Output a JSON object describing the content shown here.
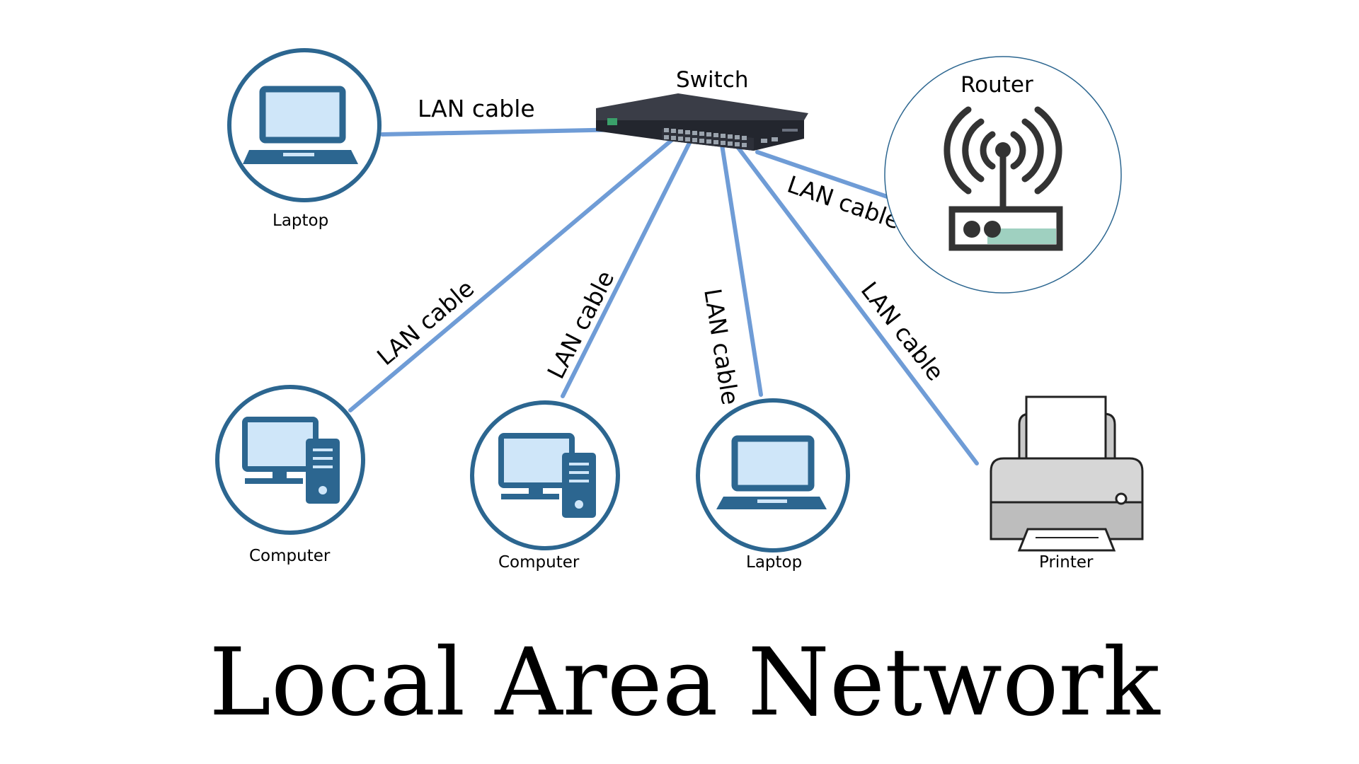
{
  "title": "Local Area Network",
  "devices": {
    "switch": "Switch",
    "router": "Router",
    "laptop_top": "Laptop",
    "computer_left": "Computer",
    "computer_mid": "Computer",
    "laptop_bottom": "Laptop",
    "printer": "Printer"
  },
  "cables": {
    "laptop_top": "LAN cable",
    "router": "LAN cable",
    "computer_left": "LAN cable",
    "computer_mid": "LAN cable",
    "laptop_bottom": "LAN cable",
    "printer": "LAN cable"
  },
  "colors": {
    "cable": "#6f9cd6",
    "device_ring": "#2c6690",
    "device_dark": "#2c6690",
    "device_screen": "#cfe6f9",
    "router_ring": "#2c6690",
    "router_body": "#333333",
    "router_panel": "#9fd0c0"
  },
  "icons": {
    "switch": "network-switch-icon",
    "router": "wifi-router-icon",
    "laptop": "laptop-icon",
    "computer": "desktop-computer-icon",
    "printer": "printer-icon"
  }
}
